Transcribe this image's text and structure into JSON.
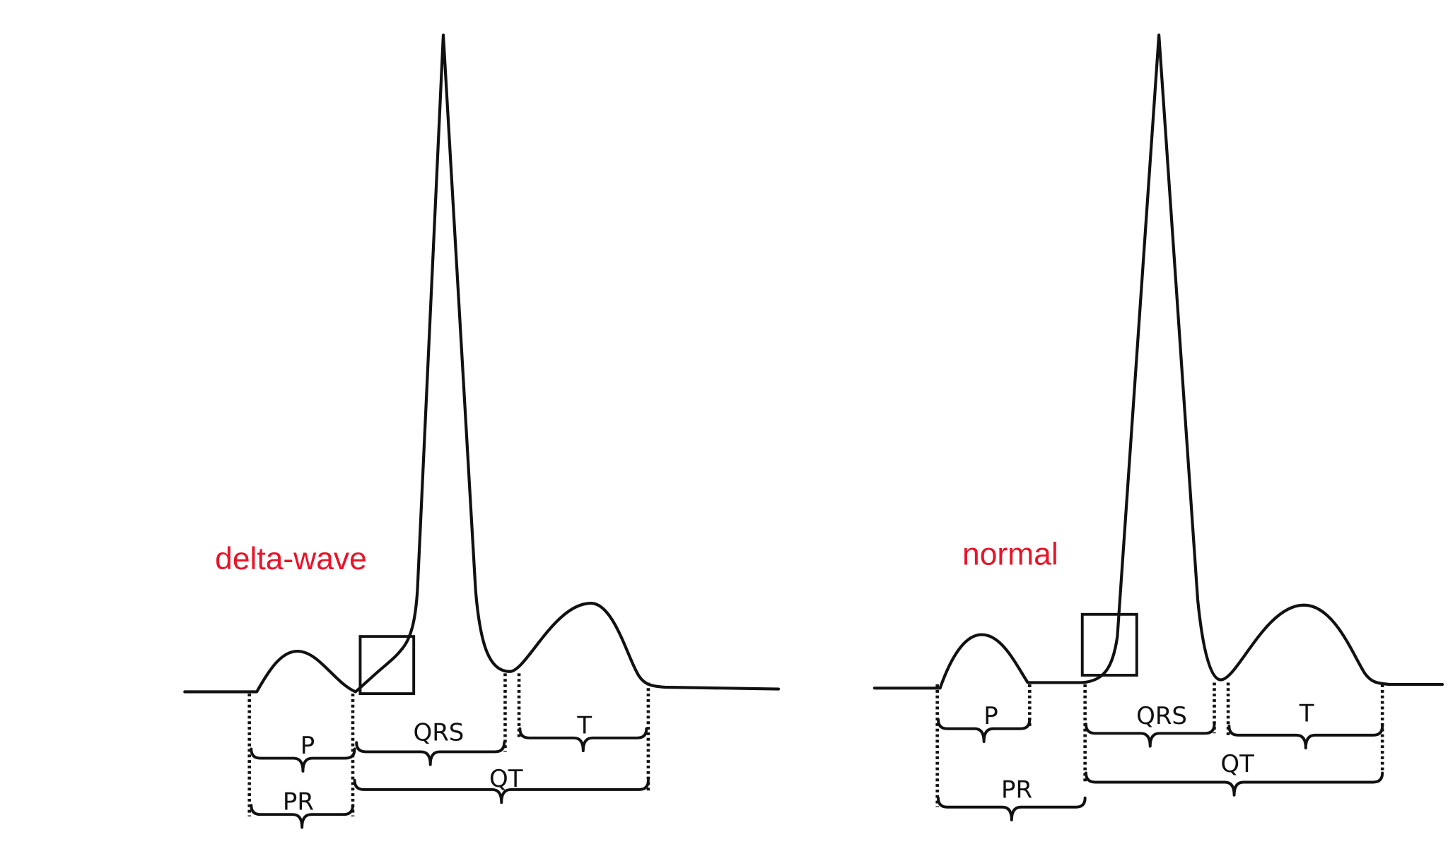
{
  "accent_color": "#e8142a",
  "panels": [
    {
      "caption": "delta-wave",
      "labels": {
        "p": "P",
        "pr": "PR",
        "qrs": "QRS",
        "t": "T",
        "qt": "QT"
      }
    },
    {
      "caption": "normal",
      "labels": {
        "p": "P",
        "pr": "PR",
        "qrs": "QRS",
        "t": "T",
        "qt": "QT"
      }
    }
  ]
}
